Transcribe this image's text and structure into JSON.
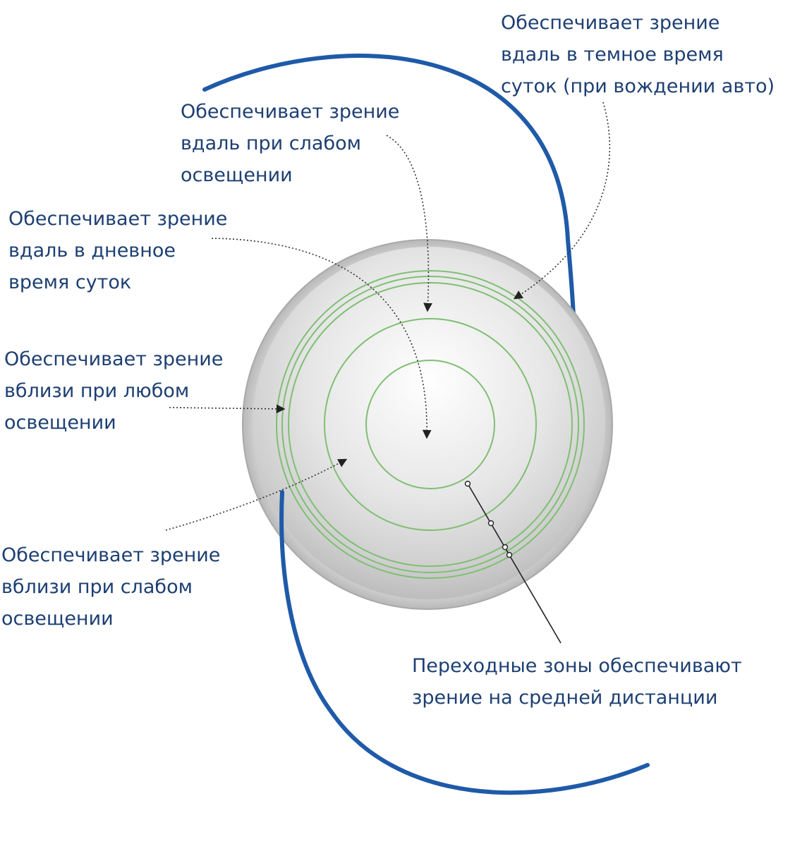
{
  "labels": {
    "night_driving": [
      "Обеспечивает зрение",
      "вдаль в темное время",
      "суток (при вождении авто)"
    ],
    "distance_dim": [
      "Обеспечивает зрение",
      "вдаль при слабом",
      "освещении"
    ],
    "distance_day": [
      "Обеспечивает зрение",
      "вдаль в дневное",
      "время суток"
    ],
    "near_any": [
      "Обеспечивает зрение",
      "вблизи при любом",
      "освещении"
    ],
    "near_dim": [
      "Обеспечивает зрение",
      "вблизи при слабом",
      "освещении"
    ],
    "transition": [
      "Переходные зоны обеспечивают",
      "зрение на средней дистанции"
    ]
  },
  "colors": {
    "label_text": "#1d3f72",
    "haptic": "#1e5aa8",
    "rings": "#7fbf72",
    "pointer": "#333333"
  }
}
